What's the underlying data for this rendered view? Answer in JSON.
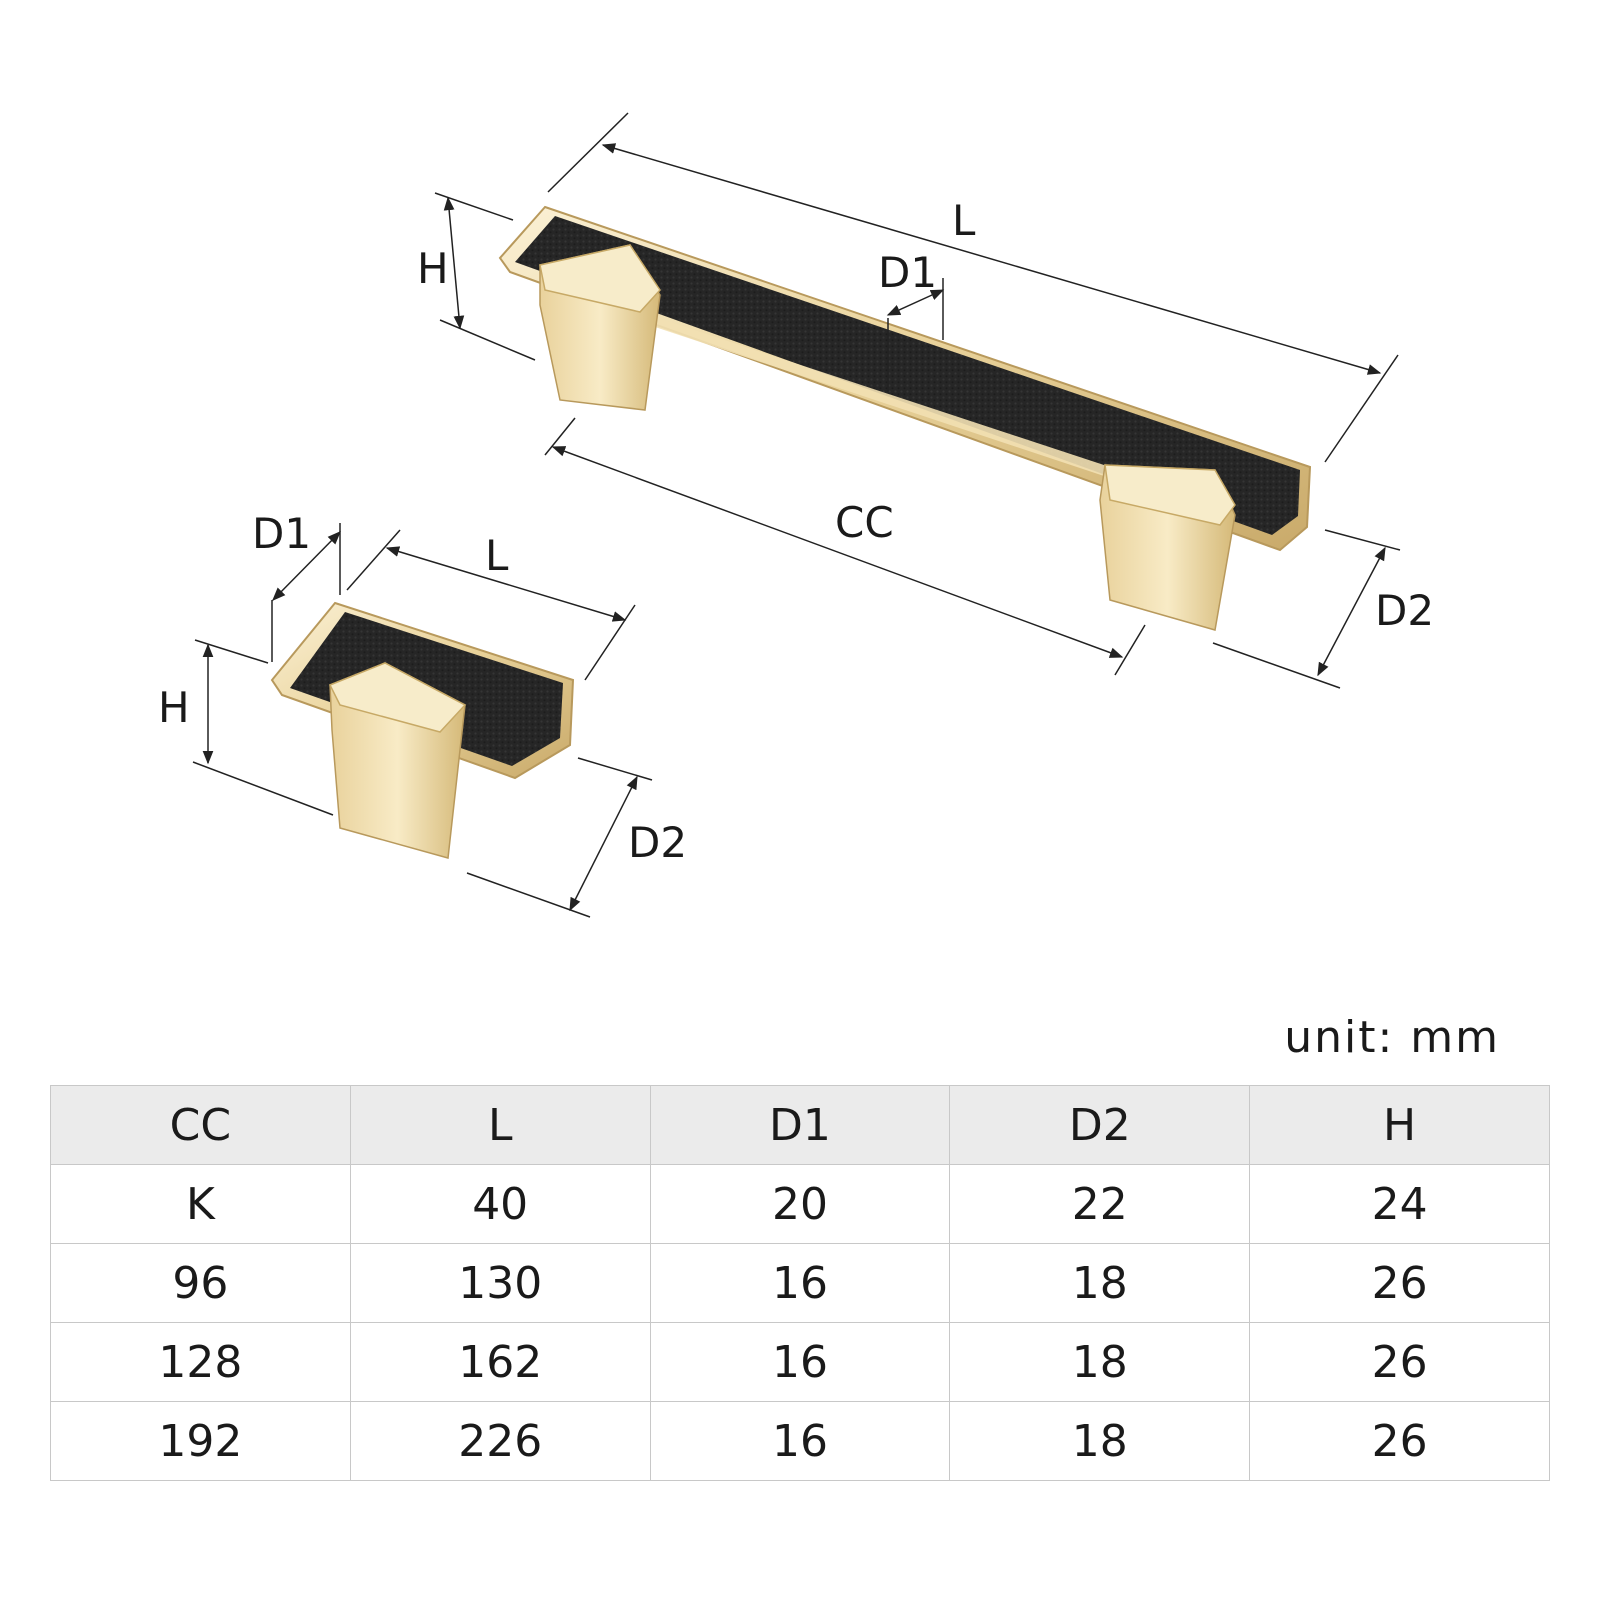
{
  "labels": {
    "long_L": "L",
    "long_H": "H",
    "long_D1": "D1",
    "long_CC": "CC",
    "long_D2": "D2",
    "knob_D1": "D1",
    "knob_L": "L",
    "knob_H": "H",
    "knob_D2": "D2"
  },
  "unit": "unit: mm",
  "table": {
    "headers": [
      "CC",
      "L",
      "D1",
      "D2",
      "H"
    ],
    "rows": [
      [
        "K",
        "40",
        "20",
        "22",
        "24"
      ],
      [
        "96",
        "130",
        "16",
        "18",
        "26"
      ],
      [
        "128",
        "162",
        "16",
        "18",
        "26"
      ],
      [
        "192",
        "226",
        "16",
        "18",
        "26"
      ]
    ]
  },
  "colors": {
    "gold_light": "#f6e7c0",
    "gold_mid": "#e2c98f",
    "gold_dark": "#b8995c",
    "leather": "#262626",
    "line": "#222222"
  }
}
